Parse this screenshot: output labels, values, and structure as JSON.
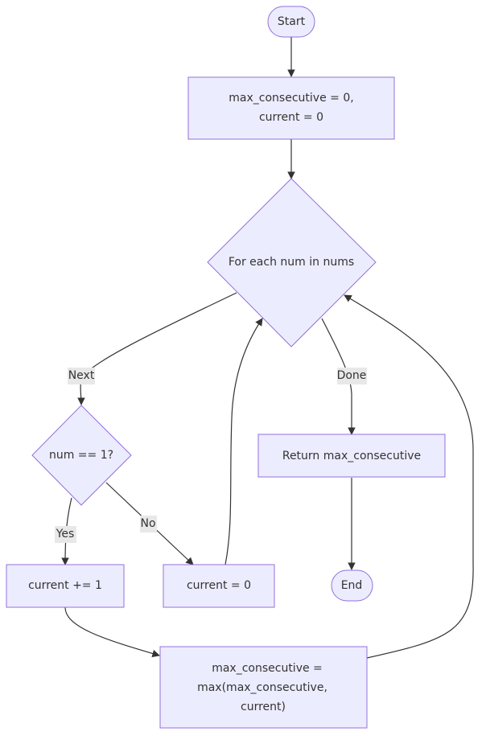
{
  "flowchart": {
    "nodes": {
      "start": "Start",
      "init_line1": "max_consecutive = 0,",
      "init_line2": "current = 0",
      "loop": "For each num in nums",
      "check": "num == 1?",
      "increment": "current += 1",
      "reset": "current = 0",
      "ret": "Return max_consecutive",
      "end": "End",
      "update_line1": "max_consecutive =",
      "update_line2": "max(max_consecutive,",
      "update_line3": "current)"
    },
    "edge_labels": {
      "next": "Next",
      "done": "Done",
      "yes": "Yes",
      "no": "No"
    }
  }
}
